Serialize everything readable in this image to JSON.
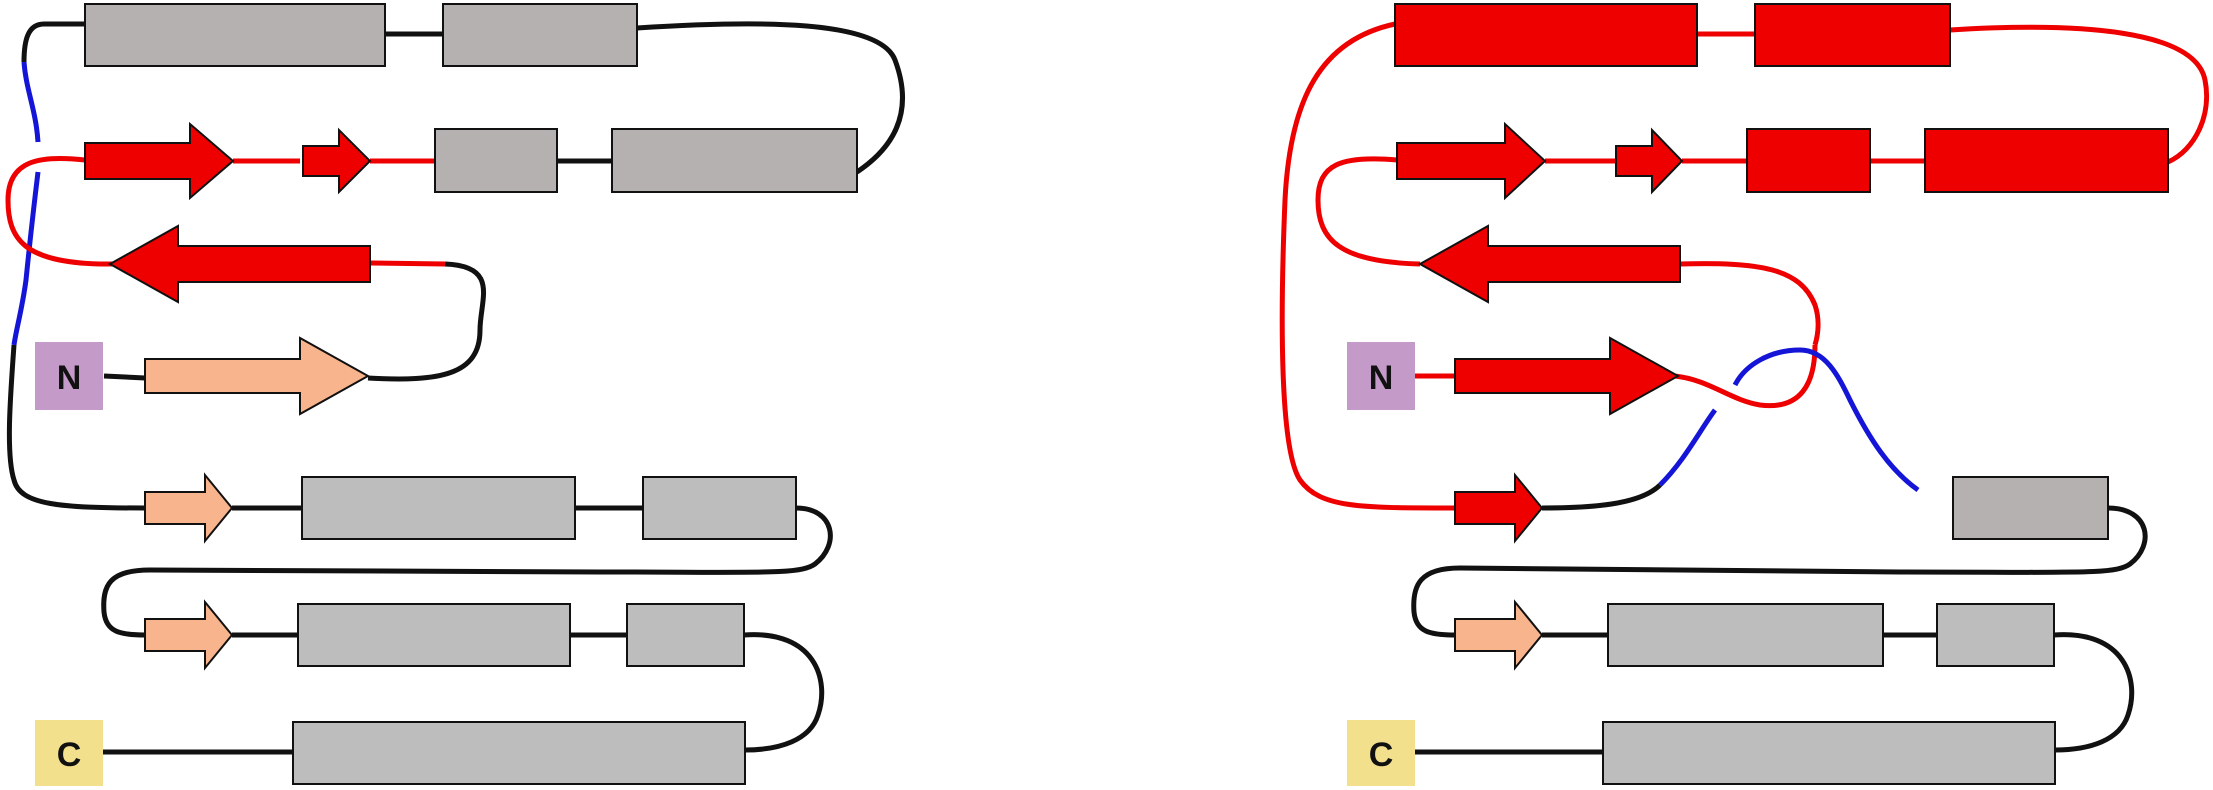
{
  "colors": {
    "background": "#ffffff",
    "outline": "#111111",
    "helix_grey": "#b5b1b0",
    "helix_light_grey": "#bdbdbd",
    "highlight_red": "#ee0000",
    "strand_peach": "#f8b48c",
    "loop_black": "#111111",
    "loop_red": "#ee0000",
    "loop_blue": "#1515d8",
    "n_terminus_fill": "#c49ac8",
    "c_terminus_fill": "#f2e08c"
  },
  "panels": [
    {
      "id": "left",
      "n_terminus": {
        "label": "N"
      },
      "c_terminus": {
        "label": "C"
      }
    },
    {
      "id": "right",
      "n_terminus": {
        "label": "N"
      },
      "c_terminus": {
        "label": "C"
      }
    }
  ]
}
